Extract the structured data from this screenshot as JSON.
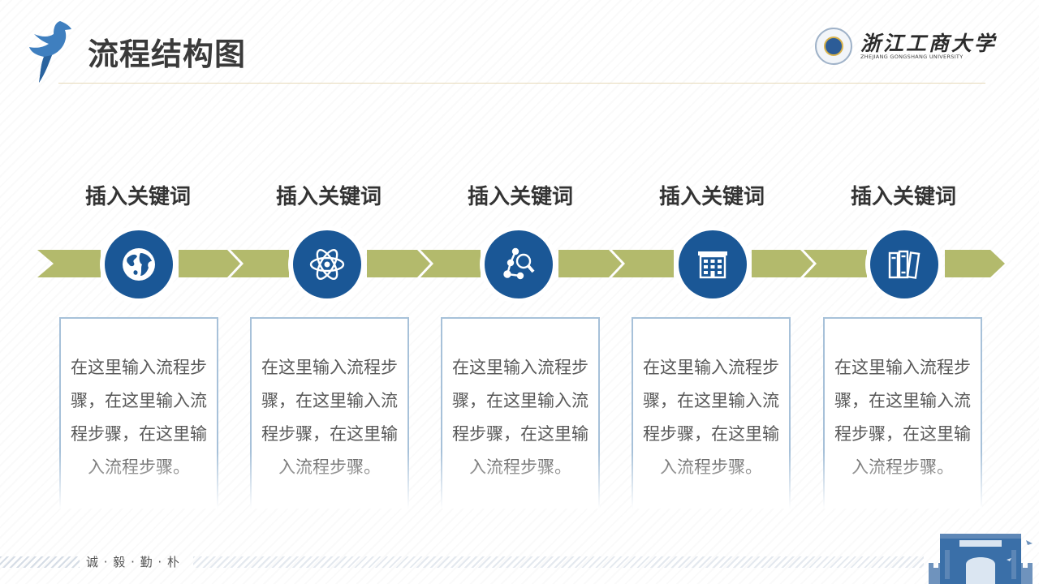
{
  "header": {
    "title": "流程结构图",
    "logo": {
      "name_cn": "浙江工商大学",
      "name_en": "ZHEJIANG GONGSHANG UNIVERSITY"
    }
  },
  "colors": {
    "primary_blue": "#1a5796",
    "arrow_green": "#b3ba6c",
    "card_border": "#a7c1d9"
  },
  "steps": [
    {
      "keyword": "插入关键词",
      "icon": "globe-icon",
      "description": "在这里输入流程步骤，在这里输入流程步骤，在这里输入流程步骤。"
    },
    {
      "keyword": "插入关键词",
      "icon": "atom-icon",
      "description": "在这里输入流程步骤，在这里输入流程步骤，在这里输入流程步骤。"
    },
    {
      "keyword": "插入关键词",
      "icon": "molecule-search-icon",
      "description": "在这里输入流程步骤，在这里输入流程步骤，在这里输入流程步骤。"
    },
    {
      "keyword": "插入关键词",
      "icon": "building-icon",
      "description": "在这里输入流程步骤，在这里输入流程步骤，在这里输入流程步骤。"
    },
    {
      "keyword": "插入关键词",
      "icon": "books-icon",
      "description": "在这里输入流程步骤，在这里输入流程步骤，在这里输入流程步骤。"
    }
  ],
  "footer": {
    "motto": "诚 · 毅 · 勤 · 朴"
  }
}
